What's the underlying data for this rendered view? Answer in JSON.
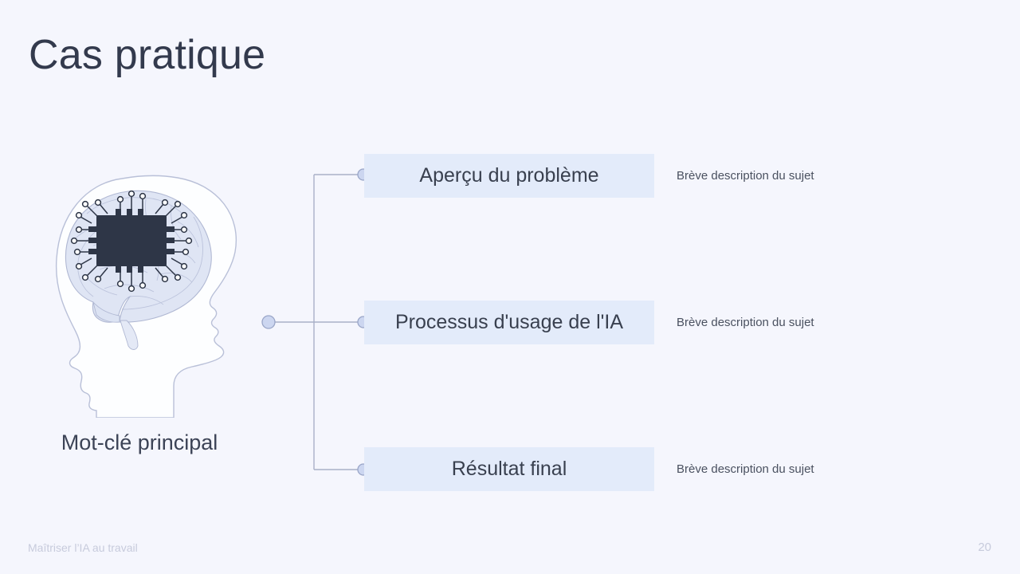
{
  "slide": {
    "title": "Cas pratique",
    "background_color": "#f5f6fd"
  },
  "illustration": {
    "icon_name": "head-brain-chip-illustration",
    "keyword_label": "Mot-clé principal",
    "head_outline_color": "#b9c0d8",
    "head_fill_color": "#fdfdff",
    "brain_fill_color": "#dfe5f4",
    "brain_line_color": "#aeb7d4",
    "chip_color": "#2e3647"
  },
  "connector": {
    "line_color": "#a9b0c8",
    "node_fill": "#ccd6f0",
    "node_stroke": "#9aa6c8",
    "source_node_name": "connector-source-node"
  },
  "rows": [
    {
      "label": "Aperçu du problème",
      "description": "Brève description du sujet"
    },
    {
      "label": "Processus d'usage de l'IA",
      "description": "Brève description du sujet"
    },
    {
      "label": "Résultat final",
      "description": "Brève description du sujet"
    }
  ],
  "footer": {
    "text": "Maîtriser l’IA au travail",
    "page_number": "20"
  },
  "colors": {
    "box_fill": "#e3ebfa",
    "title_text": "#333a4d",
    "body_text": "#39404f",
    "muted_text": "#c7cbdc"
  }
}
